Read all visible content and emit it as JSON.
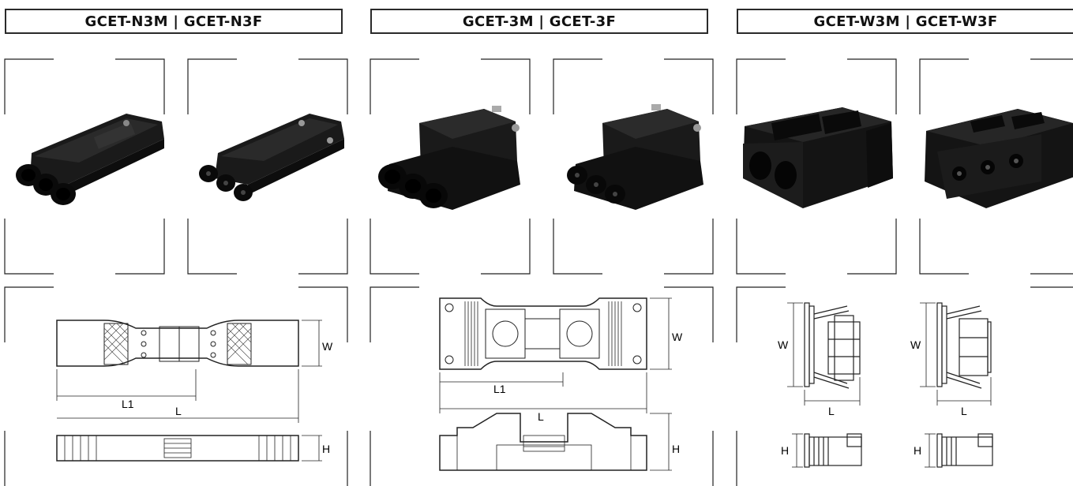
{
  "columns": [
    {
      "title": "GCET-N3M | GCET-N3F",
      "dims": {
        "W": "W",
        "L1": "L1",
        "L": "L",
        "H": "H"
      }
    },
    {
      "title": "GCET-3M | GCET-3F",
      "dims": {
        "W": "W",
        "L1": "L1",
        "L": "L",
        "H": "H"
      }
    },
    {
      "title": "GCET-W3M | GCET-W3F",
      "dims": {
        "W_left": "W",
        "W_right": "W",
        "L_left": "L",
        "L_right": "L",
        "H_left": "H",
        "H_right": "H"
      }
    }
  ],
  "colors": {
    "product": "#141414",
    "line": "#222222",
    "hatch": "#444444"
  }
}
